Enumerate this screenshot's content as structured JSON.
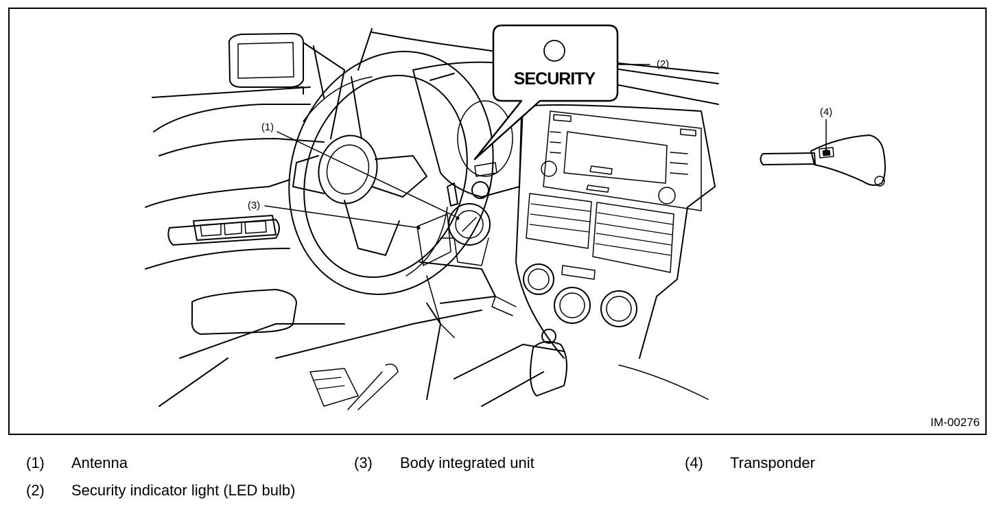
{
  "figure": {
    "id": "IM-00276",
    "indicator_label": "SECURITY",
    "callouts": [
      "(1)",
      "(2)",
      "(3)",
      "(4)"
    ]
  },
  "legend": [
    {
      "num": "(1)",
      "text": "Antenna"
    },
    {
      "num": "(2)",
      "text": "Security indicator light (LED bulb)"
    },
    {
      "num": "(3)",
      "text": "Body integrated unit"
    },
    {
      "num": "(4)",
      "text": "Transponder"
    }
  ]
}
